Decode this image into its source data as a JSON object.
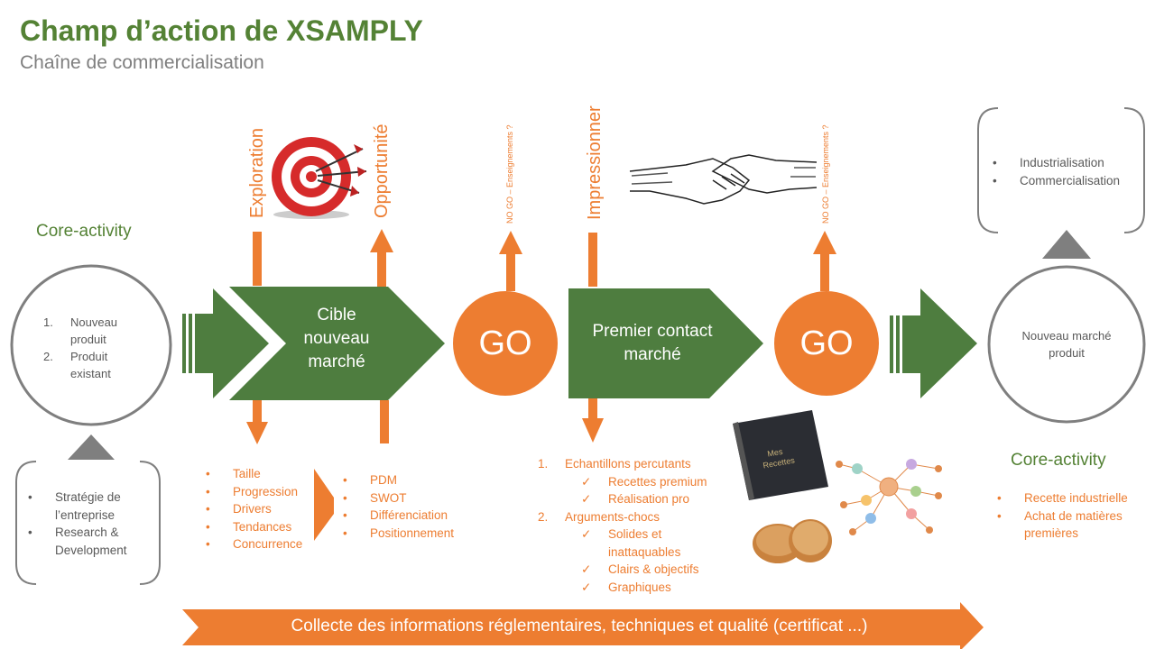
{
  "title": "Champ d’action de XSAMPLY",
  "subtitle": "Chaîne de commercialisation",
  "core_left": "Core-activity",
  "core_right": "Core-activity",
  "left_circle": {
    "items": [
      "1.",
      "Nouveau produit",
      "2.",
      "Produit existant"
    ]
  },
  "left_box": {
    "items": [
      "Stratégie de l’entreprise",
      "Research & Development"
    ]
  },
  "right_circle": "Nouveau marché produit",
  "right_box": {
    "items": [
      "Industrialisation",
      "Commercialisation"
    ]
  },
  "right_list": {
    "items": [
      "Recette industrielle",
      "Achat de matières premières"
    ]
  },
  "labels": {
    "exploration": "Exploration",
    "opportunite": "Opportunité",
    "nogo1": "NO GO – Enseignements ?",
    "impressionner": "Impressionner",
    "nogo2": "NO GO – Enseignements ?"
  },
  "stage1": "Cible nouveau marché",
  "go1": "GO",
  "stage2": "Premier contact marché",
  "go2": "GO",
  "list_exploration": [
    "Taille",
    "Progression",
    "Drivers",
    "Tendances",
    "Concurrence"
  ],
  "list_opportunite": [
    "PDM",
    "SWOT",
    "Différenciation",
    "Positionnement"
  ],
  "list_contact": {
    "n1": "1.",
    "h1": "Echantillons percutants",
    "c1": [
      "Recettes premium",
      "Réalisation pro"
    ],
    "n2": "2.",
    "h2": "Arguments-chocs",
    "c2": [
      "Solides et inattaquables",
      "Clairs & objectifs",
      "Graphiques"
    ]
  },
  "bottom_arrow": "Collecte des informations réglementaires, techniques et qualité (certificat ...)",
  "colors": {
    "green": "#548235",
    "arrow_green": "#4e7d3f",
    "orange": "#ed7d31",
    "gray": "#7f7f7f"
  },
  "icons": [
    "target-icon",
    "handshake-icon",
    "recipe-book-icon",
    "network-icon",
    "biscuits-icon"
  ]
}
